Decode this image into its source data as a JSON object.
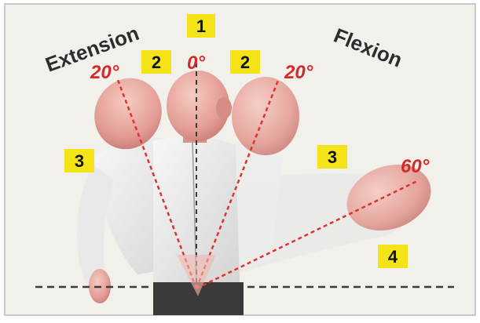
{
  "labels": {
    "extension": "Extension",
    "flexion": "Flexion"
  },
  "angles": {
    "neutral": "0°",
    "extension_20": "20°",
    "flexion_20": "20°",
    "flexion_60": "60°"
  },
  "zones": {
    "zone_1": "1",
    "zone_2_left": "2",
    "zone_2_right": "2",
    "zone_3_left": "3",
    "zone_3_right": "3",
    "zone_4": "4"
  },
  "colors": {
    "background": "#f2f0ea",
    "frame": "#c9c9c9",
    "badge": "#f4e417",
    "angle_text": "#d42a2a",
    "dashed_line": "#e0322f",
    "baseline": "#3a3a3a",
    "skin": "#e6a9a1",
    "shirt": "#e8e8e8",
    "trousers": "#3a3a3a"
  }
}
